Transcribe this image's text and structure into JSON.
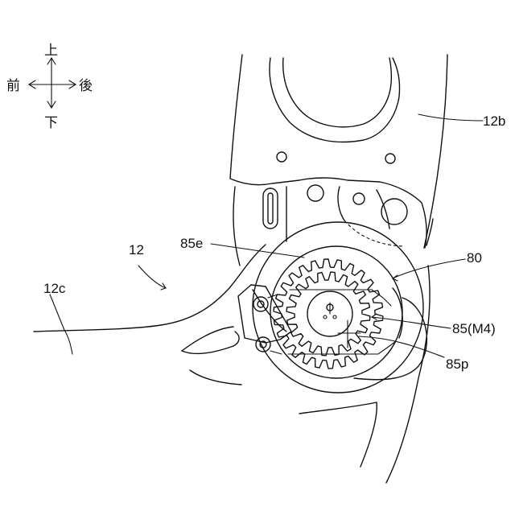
{
  "directions": {
    "up": "上",
    "down": "下",
    "front": "前",
    "rear": "後"
  },
  "labels": {
    "frame_upper": "12b",
    "assembly": "12",
    "frame_front": "12c",
    "gear_edge": "85e",
    "unit": "80",
    "motor_gear": "85(M4)",
    "pinion": "85p"
  }
}
